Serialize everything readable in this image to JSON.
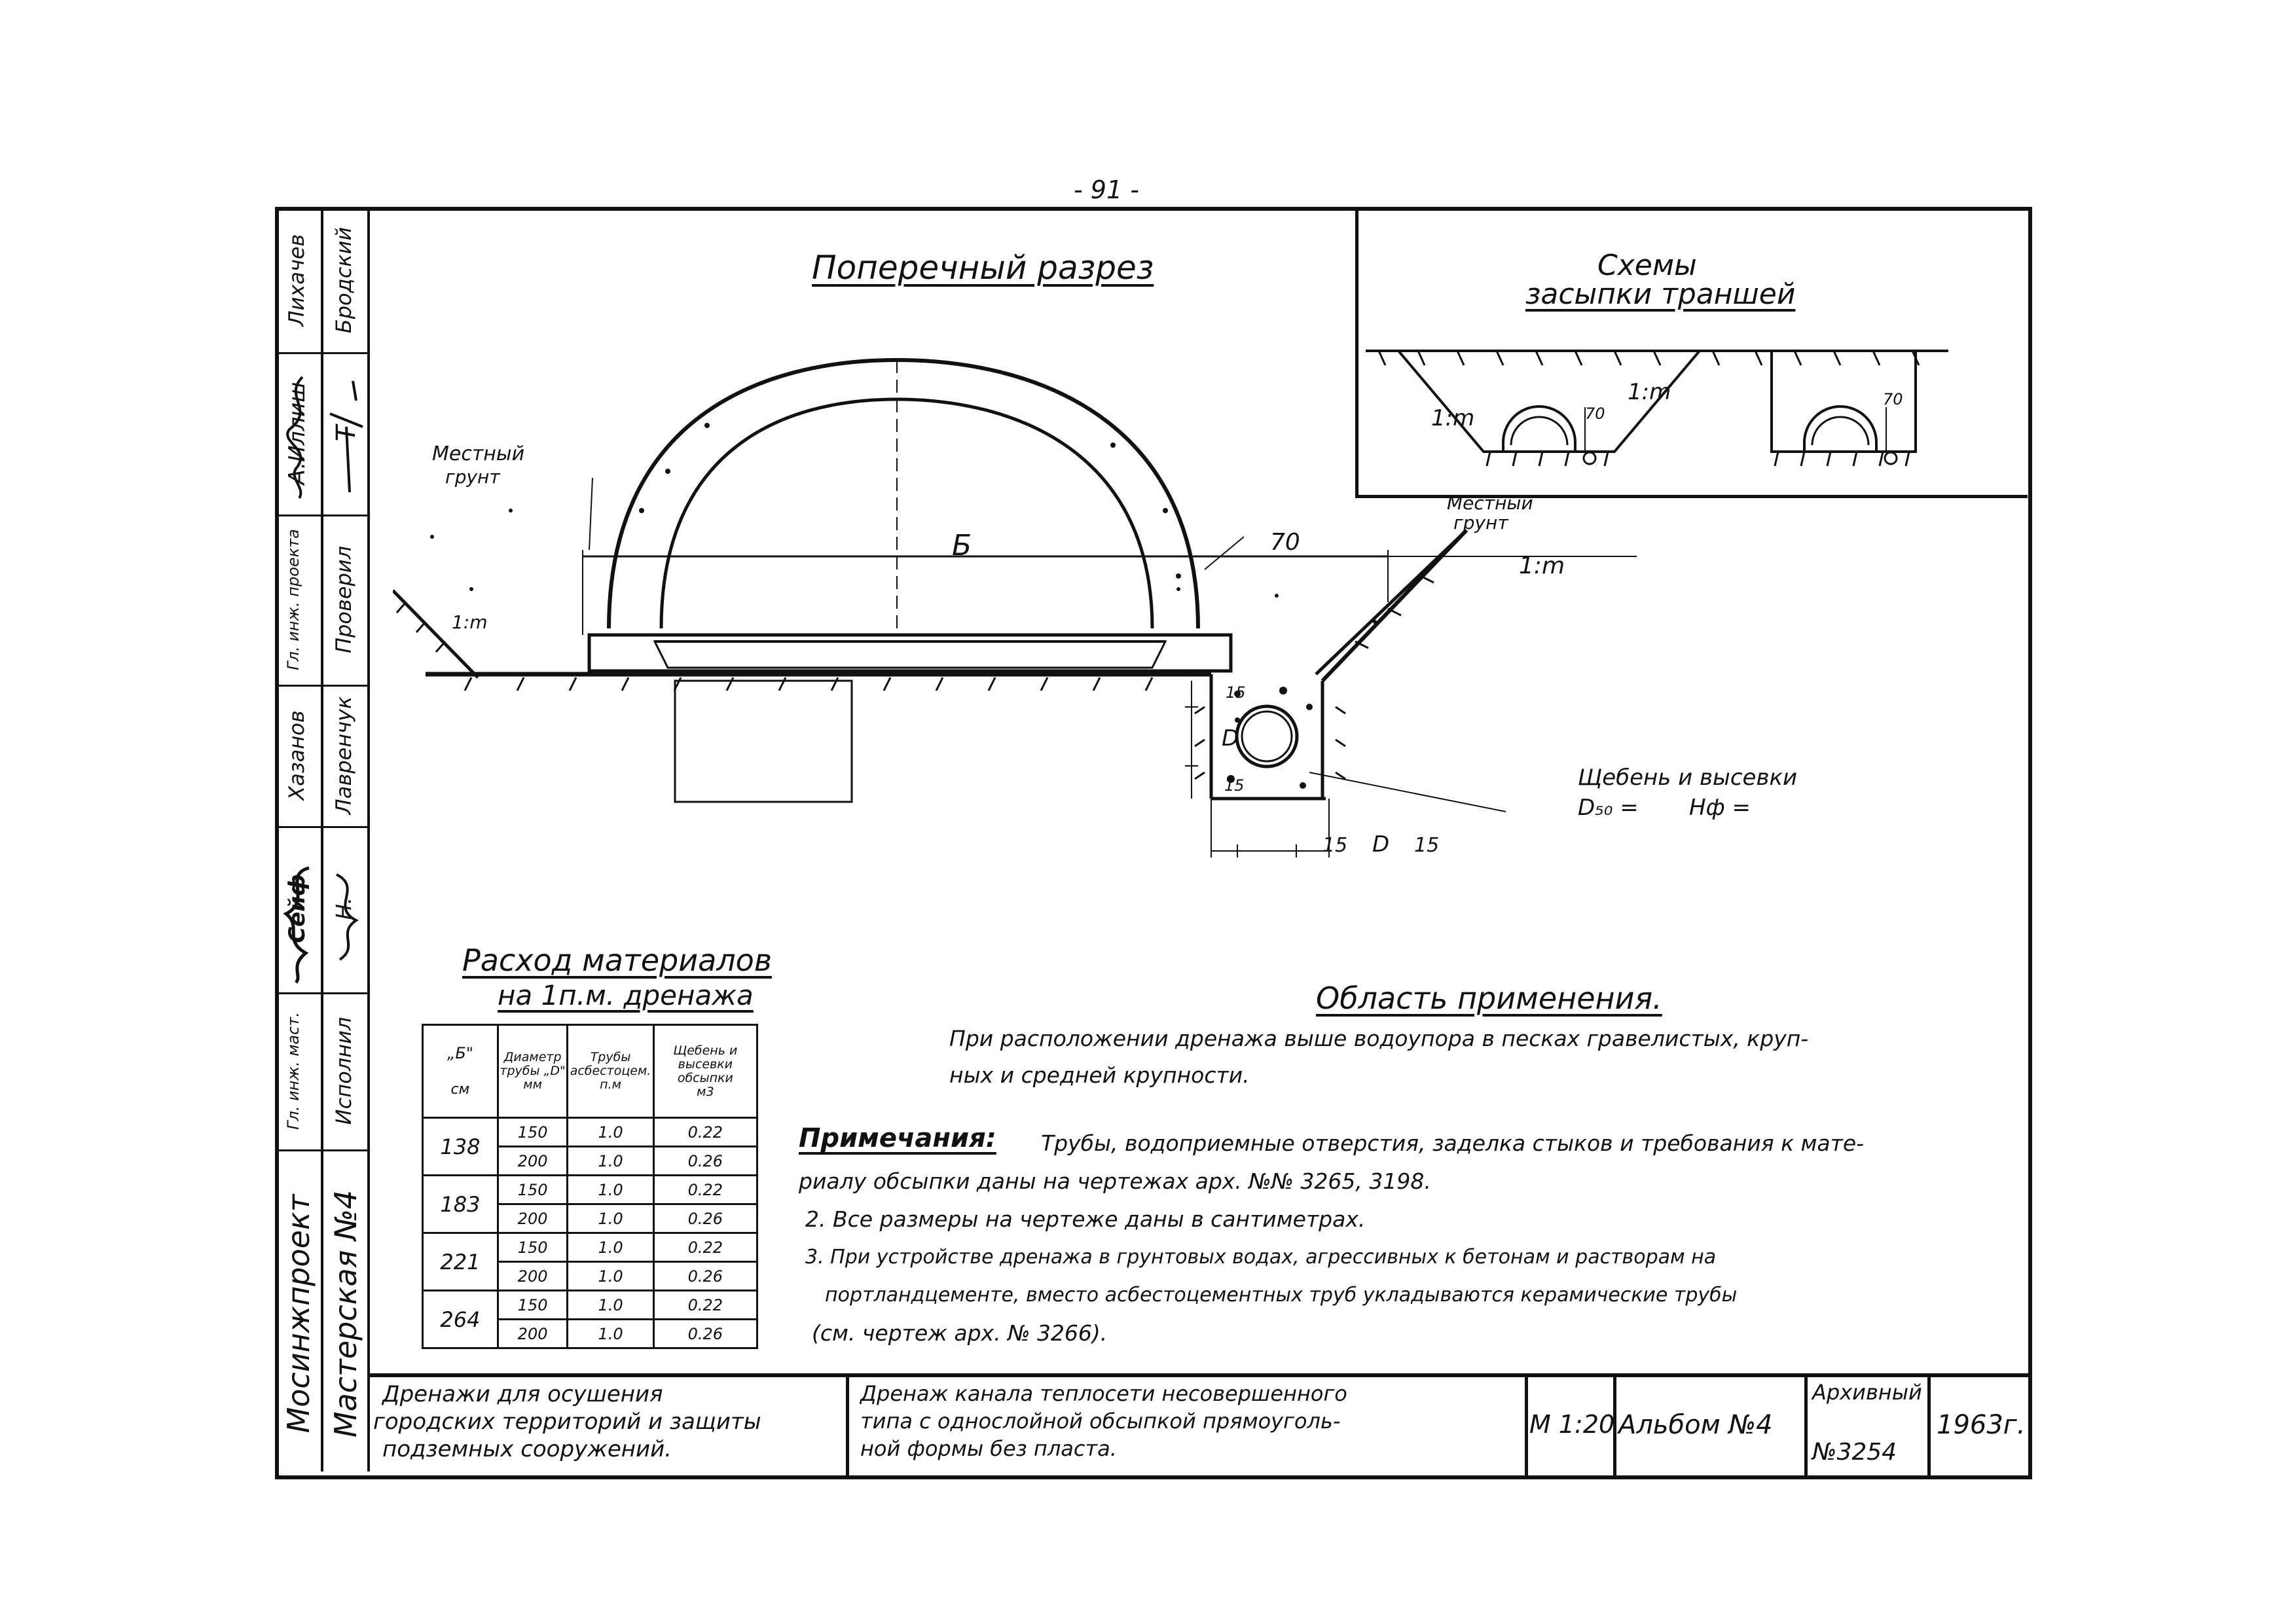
{
  "page_number": "- 91 -",
  "sidebar": {
    "col1": [
      {
        "id": "c1-1",
        "text": "Лихачев"
      },
      {
        "id": "c1-2",
        "text": "A.Иллиш"
      },
      {
        "id": "c1-3",
        "text": "Гл. инж. проекта"
      },
      {
        "id": "c1-4",
        "text": "Хазанов"
      },
      {
        "id": "c1-5",
        "text": "Сейф"
      },
      {
        "id": "c1-6",
        "text": "Гл. инж. маст."
      },
      {
        "id": "c1-7",
        "text": "Мосинжпроект"
      }
    ],
    "col2": [
      {
        "id": "c2-1",
        "text": "Бродский"
      },
      {
        "id": "c2-2",
        "text": "Т"
      },
      {
        "id": "c2-3",
        "text": "Проверил"
      },
      {
        "id": "c2-4",
        "text": "Лавренчук"
      },
      {
        "id": "c2-5",
        "text": "Н."
      },
      {
        "id": "c2-6",
        "text": "Исполнил"
      },
      {
        "id": "c2-7",
        "text": "Мастерская №4"
      }
    ]
  },
  "cross_section": {
    "title": "Поперечный разрез",
    "local_soil_left": [
      "Местный",
      "грунт"
    ],
    "local_soil_right": [
      "Местный",
      "грунт"
    ],
    "dim_b": "Б",
    "dim_70": "70",
    "slope": "1:m",
    "crushed_stone": "Щебень и высевки",
    "d50": "D₅₀ =",
    "hf": "Нф =",
    "dim_15": "15",
    "dim_d": "D"
  },
  "schemes": {
    "title_line1": "Схемы",
    "title_line2": "засыпки траншей",
    "slope": "1:m",
    "dim_70": "70"
  },
  "materials": {
    "title_line1": "Расход материалов",
    "title_line2": "на 1п.м. дренажа",
    "headers": [
      {
        "l1": "„Б\"",
        "l2": "см"
      },
      {
        "l1": "Диаметр трубы „D\"",
        "l2": "мм"
      },
      {
        "l1": "Трубы асбестоцем.",
        "l2": "п.м"
      },
      {
        "l1": "Щебень и высевки обсыпки",
        "l2": "м3"
      }
    ],
    "groups": [
      {
        "b": "138",
        "rows": [
          {
            "d": "150",
            "p": "1.0",
            "s": "0.22"
          },
          {
            "d": "200",
            "p": "1.0",
            "s": "0.26"
          }
        ]
      },
      {
        "b": "183",
        "rows": [
          {
            "d": "150",
            "p": "1.0",
            "s": "0.22"
          },
          {
            "d": "200",
            "p": "1.0",
            "s": "0.26"
          }
        ]
      },
      {
        "b": "221",
        "rows": [
          {
            "d": "150",
            "p": "1.0",
            "s": "0.22"
          },
          {
            "d": "200",
            "p": "1.0",
            "s": "0.26"
          }
        ]
      },
      {
        "b": "264",
        "rows": [
          {
            "d": "150",
            "p": "1.0",
            "s": "0.22"
          },
          {
            "d": "200",
            "p": "1.0",
            "s": "0.26"
          }
        ]
      }
    ]
  },
  "application": {
    "title": "Область применения.",
    "line1": "При расположении дренажа выше водоупора в песках гравелистых, круп-",
    "line2": "ных и средней крупности."
  },
  "notes": {
    "heading": "Примечания:",
    "line1": "Трубы, водоприемные отверстия, заделка стыков и требования к мате-",
    "line2": "риалу обсыпки даны на чертежах арх. №№ 3265, 3198.",
    "line3": "2. Все размеры на чертеже даны в сантиметрах.",
    "line4": "3. При устройстве дренажа в грунтовых водах, агрессивных к бетонам и растворам на",
    "line5": "портландцементе, вместо асбестоцементных труб укладываются керамические трубы",
    "line6": "(см. чертеж арх. № 3266)."
  },
  "title_block": {
    "cell1": [
      "Дренажи для осушения",
      "городских территорий и защиты",
      "подземных сооружений."
    ],
    "cell2": [
      "Дренаж канала теплосети несовершенного",
      "типа с однослойной обсыпкой прямоуголь-",
      "ной формы без пласта."
    ],
    "scale": "М 1:20",
    "album": "Альбом №4",
    "archive_label": "Архивный",
    "archive_no": "№3254",
    "year": "1963г."
  }
}
